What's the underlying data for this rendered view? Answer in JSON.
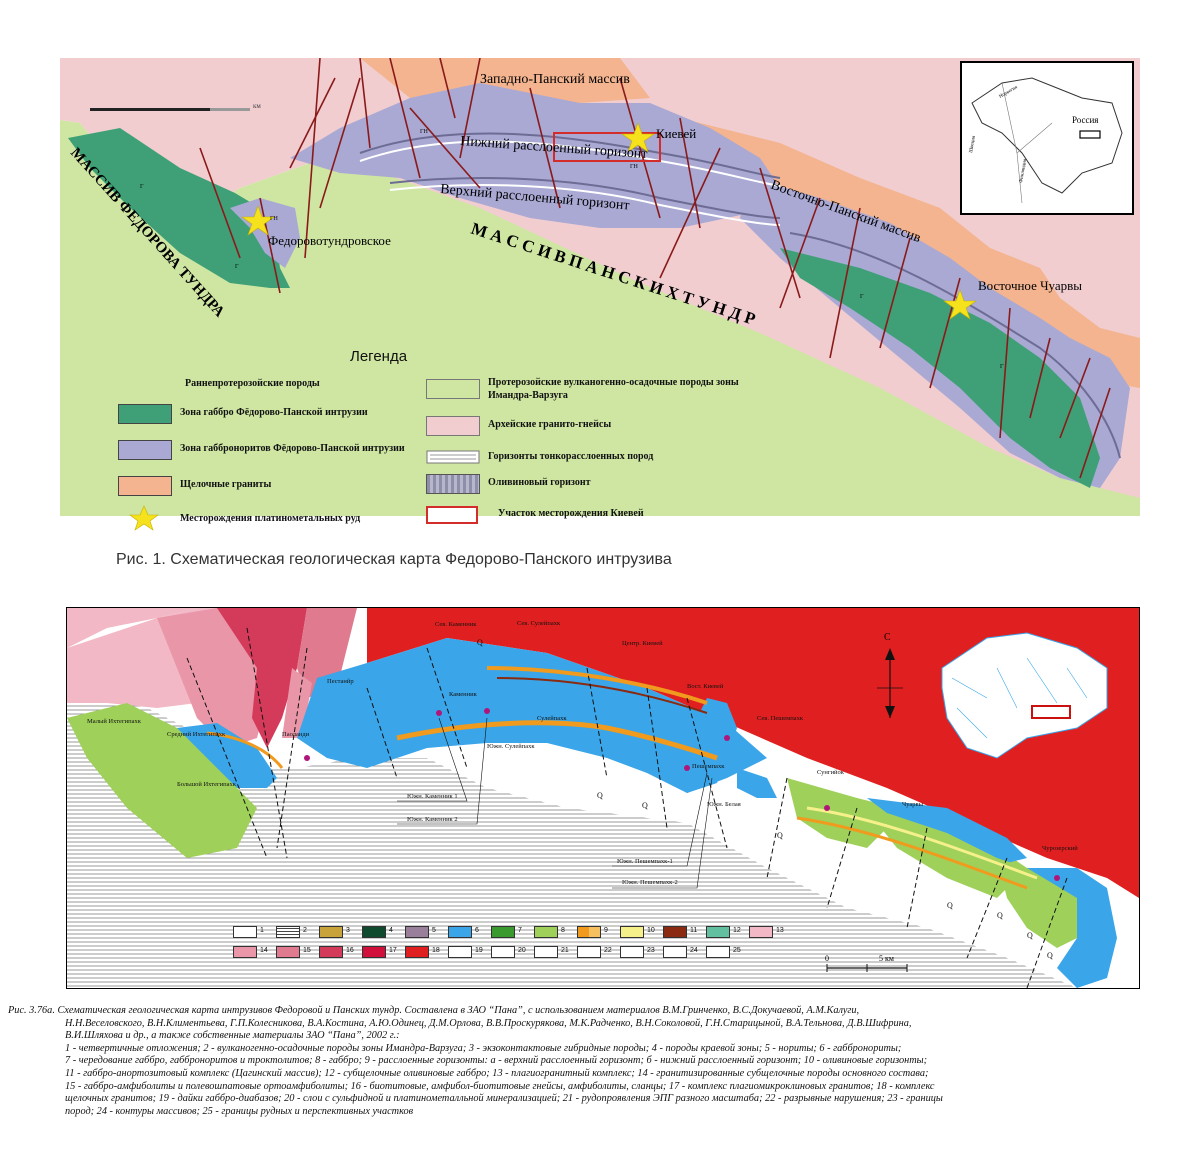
{
  "figure1": {
    "labels": {
      "west_pana": "Западно-Панский массив",
      "lower_horizon": "Нижний расслоенный горизонт",
      "upper_horizon": "Верхний расслоенный горизонт",
      "kievey": "Киевей",
      "fedorov_deposit": "Федоровотундровское",
      "east_pana": "Восточно-Панский массив",
      "east_chuarvy": "Восточное Чуарвы",
      "fedorov_massif": "МАССИВ ФЕДОРОВА ТУНДРА",
      "pana_massif": "М А С С И В   П А Н С К И Х   Т У Н Д Р",
      "inset_russia": "Россия",
      "inset_norway": "Норвегия",
      "inset_sweden": "Швеция",
      "inset_finland": "Финляндия",
      "scale_unit": "км",
      "small_g": "Г",
      "small_gn": "ГН"
    },
    "legend": {
      "title": "Легенда",
      "left_heading": "Раннепротерозойские породы",
      "items_left": [
        {
          "label": "Зона габбро Фёдорово-Панской интрузии",
          "color": "#3fa077",
          "code": "Г"
        },
        {
          "label": "Зона габброноритов Фёдорово-Панской интрузии",
          "color": "#a9a9d4",
          "code": "ГН"
        },
        {
          "label": "Щелочные граниты",
          "color": "#f3b48f"
        },
        {
          "label": "Месторождения платинометальных руд",
          "color": "#f5e21c"
        }
      ],
      "items_right": [
        {
          "label": "Протерозойские вулканогенно-осадочные породы зоны Имандра-Варзуга",
          "color": "#cfe6a3"
        },
        {
          "label": "Архейские гранито-гнейсы",
          "color": "#f1cdd0"
        },
        {
          "label": "Горизонты тонкорасслоенных пород",
          "color": "#ffffff"
        },
        {
          "label": "Оливиновый горизонт",
          "color": "#8e8ea8"
        },
        {
          "label": "Участок месторождения Киевей",
          "color": "#d42b2b"
        }
      ]
    },
    "caption": "Рис. 1. Схематическая геологическая карта Федорово-Панского интрузива"
  },
  "figure2": {
    "labels": {
      "sev_kamennik": "Сев. Каменник",
      "sev_suleypakh": "Сев. Сулейпахк",
      "centr_kievey": "Центр. Киевей",
      "vost_kievey": "Вост. Киевей",
      "sev_peshempakh": "Сев. Пешемпахк",
      "sungiyok": "Сунгийок",
      "chuarvy": "Чуарвы",
      "churozersky": "Чурозерский",
      "maly_ikhtegipakh": "Малый Ихтегипахк",
      "sredny_ikhtegipakh": "Средний Ихтегипахк",
      "bolshoy_ikhtegipakh": "Большой Ихтегипахк",
      "kamennik": "Каменник",
      "suleypakh": "Сулейпахк",
      "pestanyr": "Пестанйр",
      "paolandi": "Паоланди",
      "yuzh_suleypakh": "Южн. Сулейпахк",
      "peshempakh": "Пешемпахк",
      "yuzh_belaya": "Южн. Белая",
      "yuzh_kamennik_1": "Южн. Каменник 1",
      "yuzh_kamennik_2": "Южн. Каменник 2",
      "yuzh_peshempakh_1": "Южн. Пешемпахк-1",
      "yuzh_peshempakh_2": "Южн. Пешемпахк-2",
      "north": "С",
      "scale_0": "0",
      "scale_5": "5 км",
      "q": "Q"
    },
    "legend_boxes": [
      {
        "n": "1",
        "color": "#ffffff",
        "pattern": "q"
      },
      {
        "n": "2",
        "color": "#ffffff",
        "pattern": "lines"
      },
      {
        "n": "3",
        "color": "#c8a23a"
      },
      {
        "n": "4",
        "color": "#0f4a2e"
      },
      {
        "n": "5",
        "color": "#9a7f9a"
      },
      {
        "n": "6",
        "color": "#3aa5e8"
      },
      {
        "n": "7",
        "color": "#3b9a2f"
      },
      {
        "n": "8",
        "color": "#9ed05a"
      },
      {
        "n": "9",
        "color": "#f09a1e",
        "pattern": "ab"
      },
      {
        "n": "10",
        "color": "#f6f08a"
      },
      {
        "n": "11",
        "color": "#8a2a10"
      },
      {
        "n": "12",
        "color": "#62c0a0"
      },
      {
        "n": "13",
        "color": "#f2b8c6"
      },
      {
        "n": "14",
        "color": "#e996a8"
      },
      {
        "n": "15",
        "color": "#e07a8e"
      },
      {
        "n": "16",
        "color": "#d43a5a"
      },
      {
        "n": "17",
        "color": "#d0103a"
      },
      {
        "n": "18",
        "color": "#e02020"
      },
      {
        "n": "19",
        "color": "#ffffff",
        "pattern": "dyke"
      },
      {
        "n": "20",
        "color": "#ffffff",
        "pattern": "dots"
      },
      {
        "n": "21",
        "color": "#ffffff",
        "pattern": "circles"
      },
      {
        "n": "22",
        "color": "#ffffff",
        "pattern": "fault"
      },
      {
        "n": "23",
        "color": "#ffffff",
        "pattern": "border"
      },
      {
        "n": "24",
        "color": "#ffffff",
        "pattern": "contour"
      },
      {
        "n": "25",
        "color": "#ffffff",
        "pattern": "outline"
      }
    ],
    "caption_lines": [
      "Рис. 3.76а. Схематическая геологическая карта интрузивов Федоровой и Панских тундр. Составлена в ЗАО “Пана”, с использованием материалов В.М.Гринченко, В.С.Докучаевой, А.М.Калуги,",
      "Н.Н.Веселовского, В.Н.Климентьева, Г.П.Колесникова, В.А.Костина, А.Ю.Одинец, Д.М.Орлова, В.В.Проскурякова, М.К.Радченко, В.Н.Соколовой, Г.Н.Старицыной, В.А.Тельнова, Д.В.Шифрина,",
      "В.И.Шляхова и др., а также собственные материалы ЗАО “Пана”, 2002 г.:",
      "1 - четвертичные отложения; 2 - вулканогенно-осадочные породы зоны Имандра-Варзуга; 3 - экзоконтактовые гибридные породы; 4 - породы краевой зоны; 5 - нориты; 6 - габбронориты;",
      "7 - чередование габбро, габброноритов и троктолитов; 8 - габбро; 9 - расслоенные горизонты: а - верхний расслоенный горизонт; б - нижний расслоенный горизонт; 10 - оливиновые горизонты;",
      "11 - габбро-анортозитовый комплекс (Цагинский массив); 12 - субщелочные оливиновые габбро; 13 - плагиогранитный комплекс; 14 - гранитизированные субщелочные породы основного состава;",
      "15 - габбро-амфиболиты и полевошпатовые ортоамфиболиты; 16 - биотитовые, амфибол-биотитовые гнейсы, амфиболиты, сланцы; 17 - комплекс плагиомикроклиновых гранитов; 18 - комплекс",
      "щелочных гранитов; 19 - дайки габбро-диабазов; 20 - слои с сульфидной и платинометалльной минерализацией; 21 - рудопроявления ЭПГ разного масштаба; 22 - разрывные нарушения; 23 - границы",
      "пород; 24 - контуры массивов; 25 - границы рудных и перспективных участков"
    ]
  },
  "colors": {
    "archean": "#f1cdd0",
    "proterozoic": "#cfe6a3",
    "gabbro": "#3fa077",
    "gabbronorite": "#a9a9d4",
    "alkaline": "#f3b48f",
    "fault": "#8a1a1a",
    "star": "#f5e21c",
    "red_box": "#d42b2b",
    "map2_red": "#e02020",
    "map2_blue": "#3aa5e8",
    "map2_green": "#9ed05a",
    "map2_orange": "#f09a1e"
  }
}
